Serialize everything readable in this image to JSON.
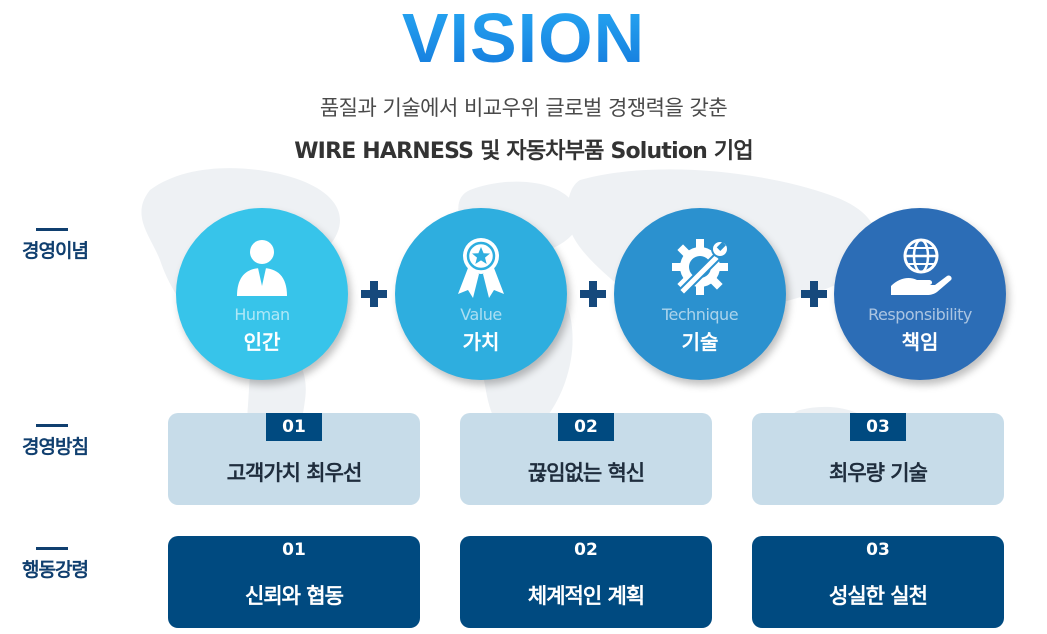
{
  "header": {
    "title": "VISION",
    "subtitle_line1": "품질과 기술에서 비교우위 글로벌 경쟁력을 갖춘",
    "subtitle_line2": "WIRE HARNESS 및 자동차부품 Solution 기업"
  },
  "philosophy": {
    "label": "경영이념",
    "items": [
      {
        "en": "Human",
        "ko": "인간",
        "icon": "person-icon",
        "color": "#37c4ea"
      },
      {
        "en": "Value",
        "ko": "가치",
        "icon": "award-ribbon-icon",
        "color": "#2eaedf"
      },
      {
        "en": "Technique",
        "ko": "기술",
        "icon": "gear-wrench-icon",
        "color": "#2b91cf"
      },
      {
        "en": "Responsibility",
        "ko": "책임",
        "icon": "globe-hand-icon",
        "color": "#2c6db6"
      }
    ]
  },
  "policy": {
    "label": "경영방침",
    "items": [
      {
        "num": "01",
        "text": "고객가치 최우선"
      },
      {
        "num": "02",
        "text": "끊임없는 혁신"
      },
      {
        "num": "03",
        "text": "최우량 기술"
      }
    ]
  },
  "conduct": {
    "label": "행동강령",
    "items": [
      {
        "num": "01",
        "text": "신뢰와 협동"
      },
      {
        "num": "02",
        "text": "체계적인 계획"
      },
      {
        "num": "03",
        "text": "성실한 실천"
      }
    ]
  },
  "colors": {
    "navy": "#004a80",
    "light_card": "#c7dce9",
    "title_blue": "#1e8fe6"
  }
}
